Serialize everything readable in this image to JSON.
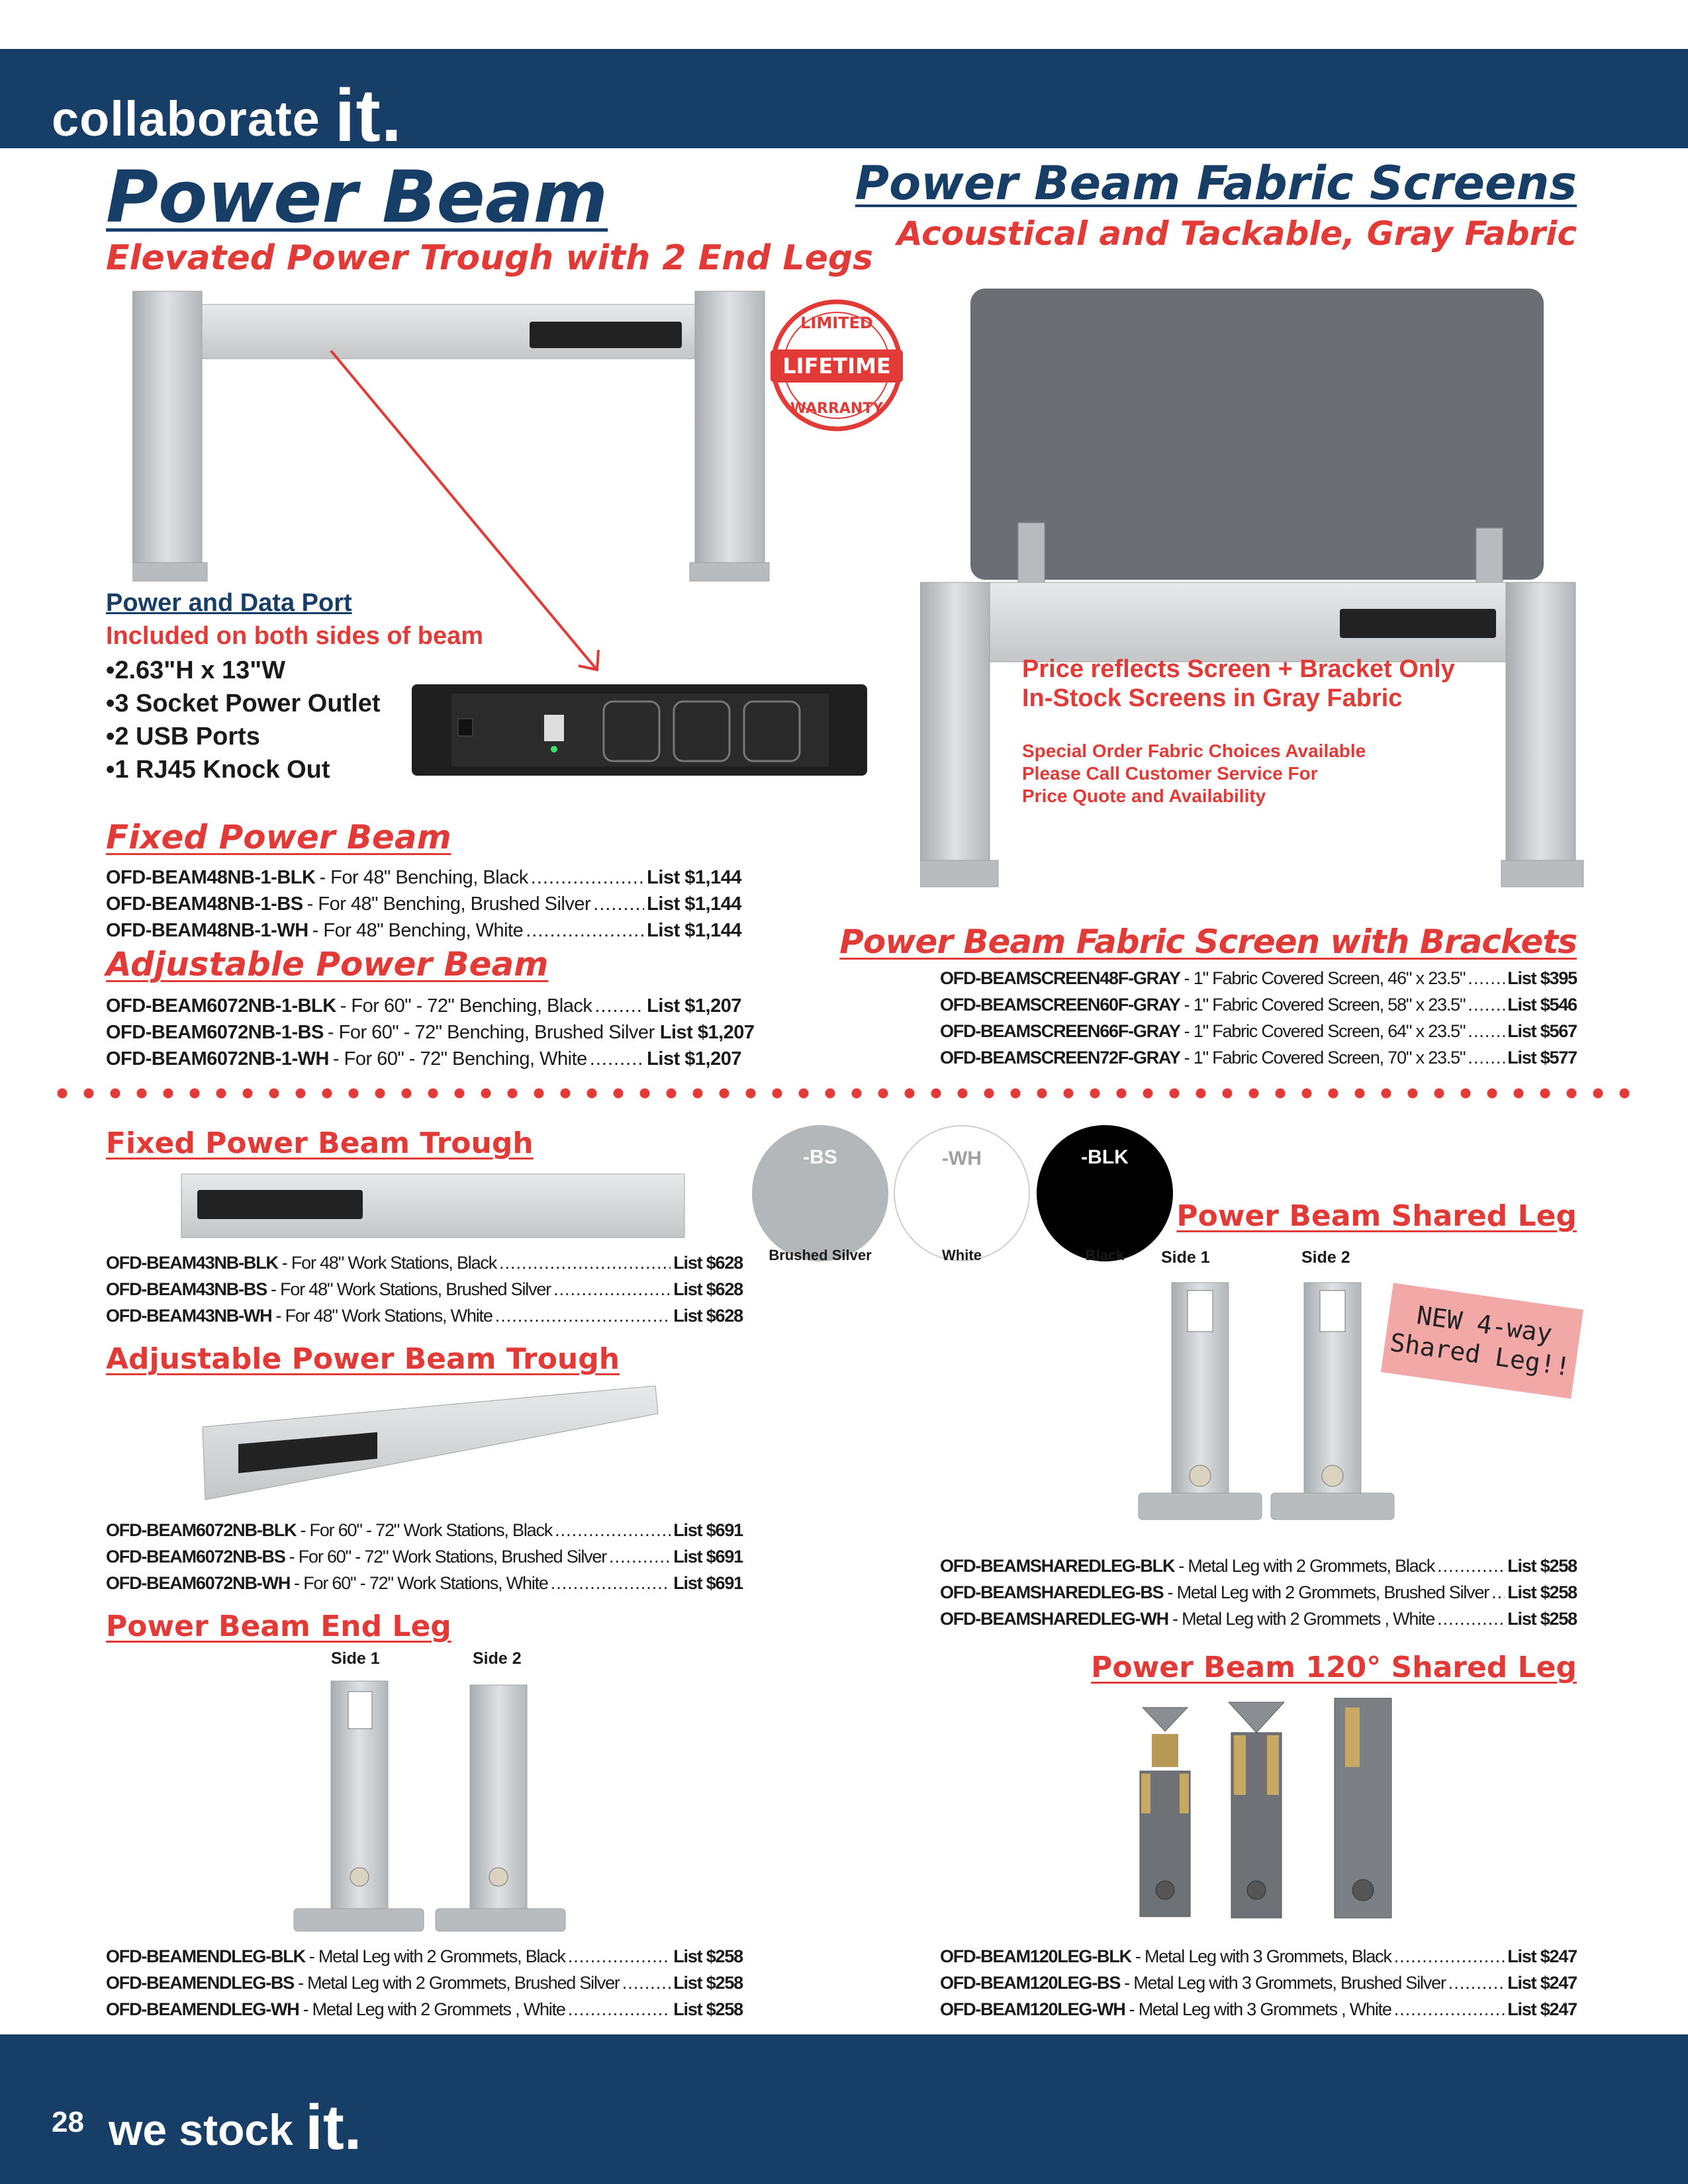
{
  "header": {
    "brand_word": "collaborate",
    "brand_it": "it."
  },
  "footer": {
    "page_number": "28",
    "brand_word": "we stock",
    "brand_it": "it."
  },
  "power_beam": {
    "title": "Power Beam",
    "subtitle": "Elevated Power Trough with 2 End Legs",
    "badge": {
      "top": "LIMITED",
      "middle": "LIFETIME",
      "bottom": "WARRANTY"
    },
    "port_title": "Power and Data Port",
    "port_note": "Included on both sides of beam",
    "features": [
      "2.63\"H x 13\"W",
      "3 Socket Power Outlet",
      "2 USB Ports",
      "1 RJ45 Knock Out"
    ]
  },
  "fixed_power_beam": {
    "title": "Fixed Power Beam",
    "items": [
      {
        "sku": "OFD-BEAM48NB-1-BLK",
        "desc": "- For 48\" Benching, Black",
        "price": "List $1,144"
      },
      {
        "sku": "OFD-BEAM48NB-1-BS",
        "desc": "- For 48\" Benching, Brushed Silver",
        "price": "List $1,144"
      },
      {
        "sku": "OFD-BEAM48NB-1-WH",
        "desc": "- For 48\" Benching, White",
        "price": "List $1,144"
      }
    ]
  },
  "adjustable_power_beam": {
    "title": "Adjustable Power Beam",
    "items": [
      {
        "sku": "OFD-BEAM6072NB-1-BLK",
        "desc": "- For 60\" - 72\" Benching, Black",
        "price": "List $1,207"
      },
      {
        "sku": "OFD-BEAM6072NB-1-BS",
        "desc": "- For 60\" - 72\" Benching, Brushed Silver",
        "price": "List $1,207"
      },
      {
        "sku": "OFD-BEAM6072NB-1-WH",
        "desc": "- For 60\" - 72\" Benching, White",
        "price": "List $1,207"
      }
    ]
  },
  "fabric_screens": {
    "title": "Power Beam Fabric Screens",
    "subtitle": "Acoustical and Tackable, Gray Fabric",
    "note1": "Price reflects Screen + Bracket Only",
    "note2": "In-Stock Screens in Gray Fabric",
    "special1": "Special Order Fabric Choices Available",
    "special2": "Please Call Customer Service For",
    "special3": "Price Quote and Availability"
  },
  "screen_brackets": {
    "title": "Power Beam Fabric Screen with Brackets",
    "items": [
      {
        "sku": "OFD-BEAMSCREEN48F-GRAY",
        "desc": "- 1\" Fabric Covered Screen, 46\" x 23.5\"",
        "price": "List $395"
      },
      {
        "sku": "OFD-BEAMSCREEN60F-GRAY",
        "desc": "- 1\" Fabric Covered Screen, 58\" x 23.5\"",
        "price": "List $546"
      },
      {
        "sku": "OFD-BEAMSCREEN66F-GRAY",
        "desc": "- 1\" Fabric Covered Screen, 64\" x 23.5\"",
        "price": "List $567"
      },
      {
        "sku": "OFD-BEAMSCREEN72F-GRAY",
        "desc": "- 1\" Fabric Covered Screen, 70\" x 23.5\"",
        "price": "List $577"
      }
    ]
  },
  "finishes": [
    {
      "code": "-BS",
      "label": "Brushed Silver",
      "color": "#b4b7b9"
    },
    {
      "code": "-WH",
      "label": "White",
      "color": "#ffffff"
    },
    {
      "code": "-BLK",
      "label": "Black",
      "color": "#000000"
    }
  ],
  "fixed_trough": {
    "title": "Fixed Power Beam Trough",
    "items": [
      {
        "sku": "OFD-BEAM43NB-BLK",
        "desc": "- For 48\" Work Stations, Black",
        "price": "List $628"
      },
      {
        "sku": "OFD-BEAM43NB-BS",
        "desc": "- For 48\" Work Stations, Brushed Silver",
        "price": "List $628"
      },
      {
        "sku": "OFD-BEAM43NB-WH",
        "desc": "- For 48\" Work Stations, White",
        "price": "List $628"
      }
    ]
  },
  "adjustable_trough": {
    "title": "Adjustable Power Beam Trough",
    "items": [
      {
        "sku": "OFD-BEAM6072NB-BLK",
        "desc": "- For 60\" - 72\" Work Stations, Black",
        "price": "List $691"
      },
      {
        "sku": "OFD-BEAM6072NB-BS",
        "desc": "- For 60\" - 72\" Work Stations, Brushed Silver",
        "price": "List $691"
      },
      {
        "sku": "OFD-BEAM6072NB-WH",
        "desc": "- For 60\" - 72\" Work Stations, White",
        "price": "List $691"
      }
    ]
  },
  "end_leg": {
    "title": "Power Beam End Leg",
    "side1": "Side 1",
    "side2": "Side 2",
    "items": [
      {
        "sku": "OFD-BEAMENDLEG-BLK",
        "desc": "- Metal Leg with 2 Grommets, Black",
        "price": "List $258"
      },
      {
        "sku": "OFD-BEAMENDLEG-BS",
        "desc": "- Metal Leg with 2 Grommets, Brushed Silver",
        "price": "List $258"
      },
      {
        "sku": "OFD-BEAMENDLEG-WH",
        "desc": "- Metal Leg with 2 Grommets , White",
        "price": "List $258"
      }
    ]
  },
  "shared_leg": {
    "title": "Power Beam Shared Leg",
    "side1": "Side 1",
    "side2": "Side 2",
    "sticker1": "NEW 4-way",
    "sticker2": "Shared Leg!!",
    "items": [
      {
        "sku": "OFD-BEAMSHAREDLEG-BLK",
        "desc": "- Metal Leg with 2 Grommets, Black",
        "price": "List $258"
      },
      {
        "sku": "OFD-BEAMSHAREDLEG-BS",
        "desc": "- Metal Leg with 2 Grommets, Brushed Silver",
        "price": "List $258"
      },
      {
        "sku": "OFD-BEAMSHAREDLEG-WH",
        "desc": "- Metal Leg with 2 Grommets , White",
        "price": "List $258"
      }
    ]
  },
  "leg_120": {
    "title": "Power Beam 120° Shared Leg",
    "items": [
      {
        "sku": "OFD-BEAM120LEG-BLK",
        "desc": "- Metal Leg with 3 Grommets, Black",
        "price": "List $247"
      },
      {
        "sku": "OFD-BEAM120LEG-BS",
        "desc": "- Metal Leg with 3 Grommets, Brushed Silver",
        "price": "List $247"
      },
      {
        "sku": "OFD-BEAM120LEG-WH",
        "desc": "- Metal Leg with 3 Grommets , White",
        "price": "List $247"
      }
    ]
  }
}
